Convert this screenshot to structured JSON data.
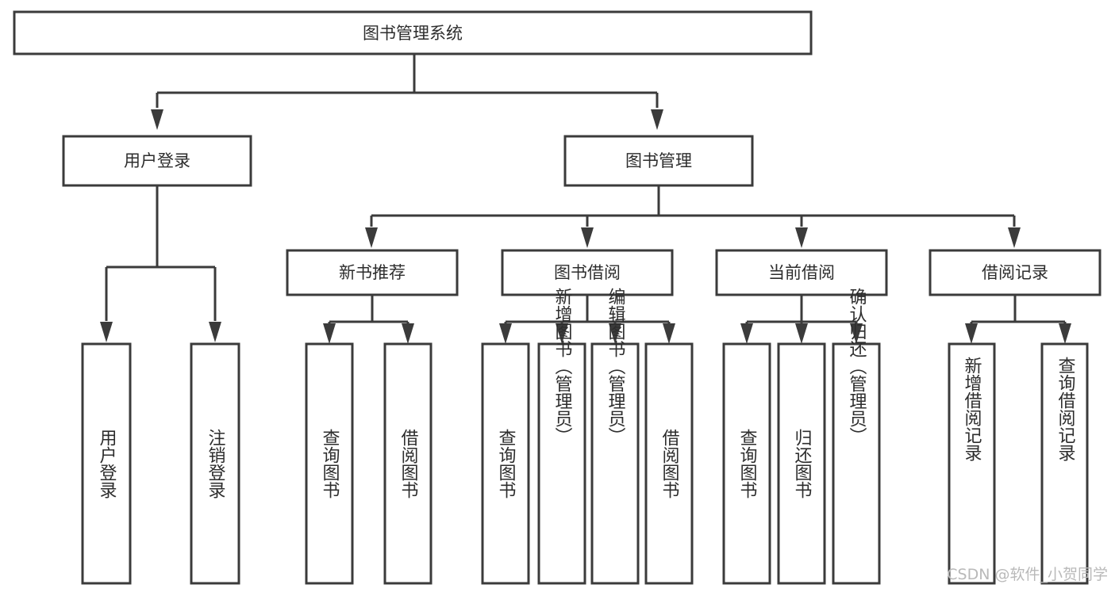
{
  "diagram": {
    "title_node": {
      "label": "图书管理系统"
    },
    "level2": [
      {
        "id": "user-login",
        "label": "用户登录"
      },
      {
        "id": "book-management",
        "label": "图书管理"
      }
    ],
    "level3": [
      {
        "id": "new-book-recommend",
        "label": "新书推荐"
      },
      {
        "id": "book-borrow",
        "label": "图书借阅"
      },
      {
        "id": "current-borrow",
        "label": "当前借阅"
      },
      {
        "id": "borrow-record",
        "label": "借阅记录"
      }
    ],
    "leaves": {
      "user_login": [
        {
          "id": "leaf-user-login",
          "label": "用户登录"
        },
        {
          "id": "leaf-logout-login",
          "label": "注销登录"
        }
      ],
      "new_book_recommend": [
        {
          "id": "leaf-query-book-1",
          "label": "查询图书"
        },
        {
          "id": "leaf-borrow-book-1",
          "label": "借阅图书"
        }
      ],
      "book_borrow": [
        {
          "id": "leaf-query-book-2",
          "label": "查询图书"
        },
        {
          "id": "leaf-add-book",
          "label": "新增图书（管理员）"
        },
        {
          "id": "leaf-edit-book",
          "label": "编辑图书（管理员）"
        },
        {
          "id": "leaf-borrow-book-2",
          "label": "借阅图书"
        }
      ],
      "current_borrow": [
        {
          "id": "leaf-query-book-3",
          "label": "查询图书"
        },
        {
          "id": "leaf-return-book",
          "label": "归还图书"
        },
        {
          "id": "leaf-confirm-return",
          "label": "确认归还（管理员）"
        }
      ],
      "borrow_record": [
        {
          "id": "leaf-add-record",
          "label": "新增借阅记录"
        },
        {
          "id": "leaf-query-record",
          "label": "查询借阅记录"
        }
      ]
    }
  },
  "watermark": {
    "text": "CSDN @软件_小贺同学"
  },
  "colors": {
    "stroke": "#3b3b3b",
    "fill": "#ffffff",
    "text": "#2d2d2d",
    "watermark": "#b9b9b9"
  }
}
